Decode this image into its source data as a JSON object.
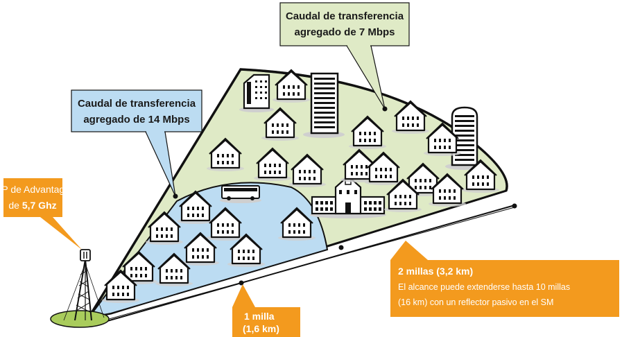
{
  "colors": {
    "blue_zone": "#bcdcf2",
    "green_zone": "#dfeac6",
    "callout_orange": "#f39a1e",
    "outline": "#111111"
  },
  "callouts": {
    "green_line1": "Caudal de transferencia",
    "green_line2": "agregado de 7 Mbps",
    "blue_line1": "Caudal de transferencia",
    "blue_line2": "agregado de 14 Mbps",
    "ap_line1": "AP de Advantage",
    "ap_line2_prefix": "de ",
    "ap_line2_bold": "5,7 Ghz",
    "mile1_line1": "1 milla",
    "mile1_line2": "(1,6 km)",
    "mile2_title": "2 millas (3,2 km)",
    "mile2_line1": "El alcance puede extenderse hasta 10 millas",
    "mile2_line2": "(16 km) con un reflector pasivo en el SM"
  },
  "icons": [
    "house-icon",
    "office-tower-icon",
    "school-building-icon",
    "bus-icon",
    "antenna-tower-icon"
  ]
}
